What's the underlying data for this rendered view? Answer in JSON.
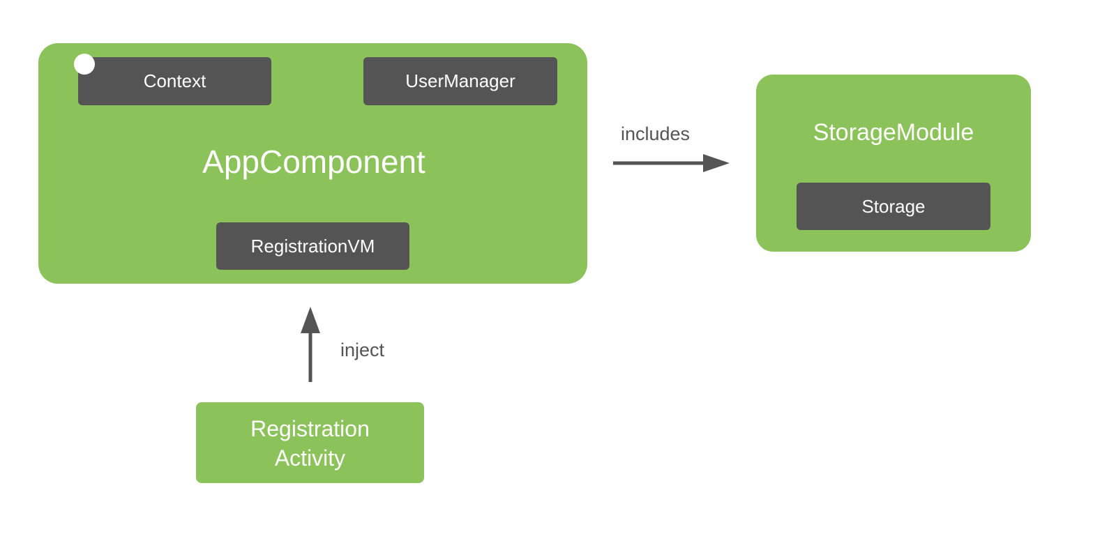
{
  "colors": {
    "component": "#8BC25A",
    "binding": "#545454",
    "arrow": "#545454",
    "marker": "#ffffff"
  },
  "app_component": {
    "title": "AppComponent",
    "bindings": [
      "Context",
      "UserManager",
      "RegistrationVM"
    ]
  },
  "storage_module": {
    "title": "StorageModule",
    "bindings": [
      "Storage"
    ]
  },
  "registration_activity": {
    "title_line1": "Registration",
    "title_line2": "Activity"
  },
  "edges": {
    "includes": "includes",
    "inject": "inject"
  }
}
